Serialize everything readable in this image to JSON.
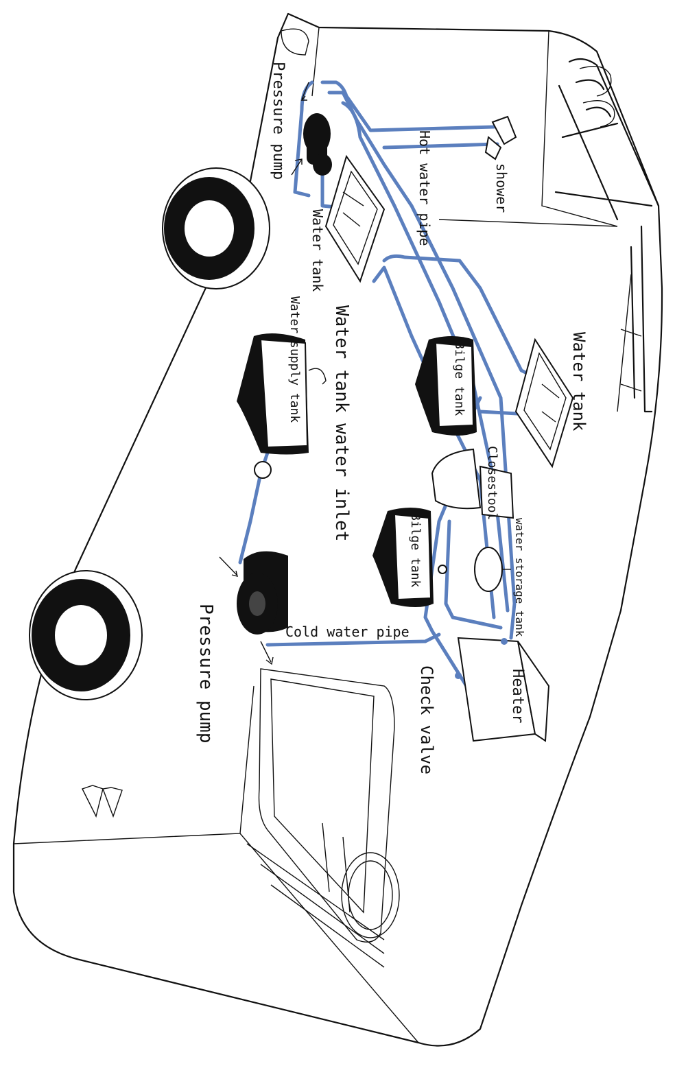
{
  "diagram": {
    "labels": {
      "pressure_pump_top": "Pressure pump",
      "shower": "shower",
      "hot_water_pipe": "Hot water pipe",
      "water_tank_left": "Water tank",
      "water_tank_inlet": "Water tank water inlet",
      "water_supply_tank": "Water supply tank",
      "bilge_tank_top": "Bilge tank",
      "water_tank_right": "Water tank",
      "closestool": "Closestool",
      "water_storage_tank": "water storage tank",
      "bilge_tank_bottom": "Bilge tank",
      "cold_water_pipe": "Cold water pipe",
      "pressure_pump_bottom": "Pressure pump",
      "heater": "Heater",
      "check_valve": "Check valve"
    },
    "colors": {
      "pipe": "#5b7fbe",
      "outline": "#111111",
      "background": "#ffffff"
    }
  }
}
